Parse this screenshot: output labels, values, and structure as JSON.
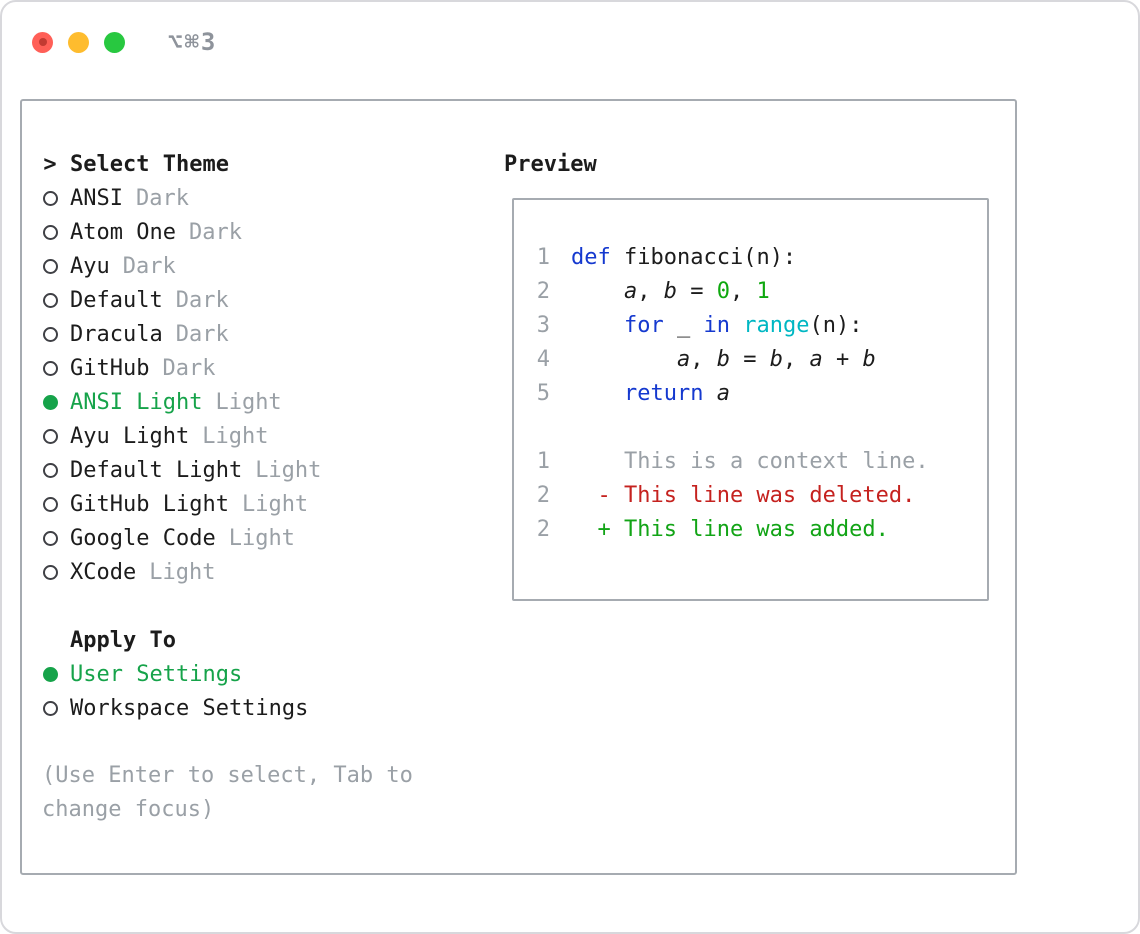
{
  "window": {
    "shortcut": "⌥⌘3"
  },
  "colors": {
    "keyword": "#1539cf",
    "number": "#0fa80f",
    "builtin": "#00b7c3",
    "deleted": "#c5221f",
    "added": "#12a416",
    "muted": "#9aa0a6",
    "selected": "#16a34a",
    "text": "#1c1c1c",
    "traffic_red": "#ff5f57",
    "traffic_yellow": "#febc2e",
    "traffic_green": "#28c840"
  },
  "theme_picker": {
    "prompt": ">",
    "title": "Select Theme",
    "items": [
      {
        "name": "ANSI",
        "tag": "Dark",
        "selected": false
      },
      {
        "name": "Atom One",
        "tag": "Dark",
        "selected": false
      },
      {
        "name": "Ayu",
        "tag": "Dark",
        "selected": false
      },
      {
        "name": "Default",
        "tag": "Dark",
        "selected": false
      },
      {
        "name": "Dracula",
        "tag": "Dark",
        "selected": false
      },
      {
        "name": "GitHub",
        "tag": "Dark",
        "selected": false
      },
      {
        "name": "ANSI Light",
        "tag": "Light",
        "selected": true
      },
      {
        "name": "Ayu Light",
        "tag": "Light",
        "selected": false
      },
      {
        "name": "Default Light",
        "tag": "Light",
        "selected": false
      },
      {
        "name": "GitHub Light",
        "tag": "Light",
        "selected": false
      },
      {
        "name": "Google Code",
        "tag": "Light",
        "selected": false
      },
      {
        "name": "XCode",
        "tag": "Light",
        "selected": false
      }
    ]
  },
  "apply_to": {
    "title": "Apply To",
    "items": [
      {
        "name": "User Settings",
        "selected": true
      },
      {
        "name": "Workspace Settings",
        "selected": false
      }
    ]
  },
  "hint": "(Use Enter to select, Tab to change focus)",
  "preview": {
    "title": "Preview",
    "lines": [
      {
        "num": "1",
        "tokens": [
          {
            "text": "def",
            "style": "keyword"
          },
          {
            "text": " fibonacci(n):",
            "style": "plain"
          }
        ]
      },
      {
        "num": "2",
        "tokens": [
          {
            "text": "    ",
            "style": "plain"
          },
          {
            "text": "a",
            "style": "variable"
          },
          {
            "text": ", ",
            "style": "plain"
          },
          {
            "text": "b",
            "style": "variable"
          },
          {
            "text": " = ",
            "style": "plain"
          },
          {
            "text": "0",
            "style": "number"
          },
          {
            "text": ", ",
            "style": "plain"
          },
          {
            "text": "1",
            "style": "number"
          }
        ]
      },
      {
        "num": "3",
        "tokens": [
          {
            "text": "    ",
            "style": "plain"
          },
          {
            "text": "for",
            "style": "keyword"
          },
          {
            "text": " _ ",
            "style": "plain"
          },
          {
            "text": "in",
            "style": "keyword"
          },
          {
            "text": " ",
            "style": "plain"
          },
          {
            "text": "range",
            "style": "builtin"
          },
          {
            "text": "(n):",
            "style": "plain"
          }
        ]
      },
      {
        "num": "4",
        "tokens": [
          {
            "text": "        ",
            "style": "plain"
          },
          {
            "text": "a",
            "style": "variable"
          },
          {
            "text": ", ",
            "style": "plain"
          },
          {
            "text": "b",
            "style": "variable"
          },
          {
            "text": " = ",
            "style": "plain"
          },
          {
            "text": "b",
            "style": "variable"
          },
          {
            "text": ", ",
            "style": "plain"
          },
          {
            "text": "a",
            "style": "variable"
          },
          {
            "text": " + ",
            "style": "plain"
          },
          {
            "text": "b",
            "style": "variable"
          }
        ]
      },
      {
        "num": "5",
        "tokens": [
          {
            "text": "    ",
            "style": "plain"
          },
          {
            "text": "return",
            "style": "keyword"
          },
          {
            "text": " ",
            "style": "plain"
          },
          {
            "text": "a",
            "style": "variable"
          }
        ]
      },
      {
        "num": "",
        "tokens": []
      },
      {
        "num": "1",
        "tokens": [
          {
            "text": "    This is a context line.",
            "style": "muted"
          }
        ]
      },
      {
        "num": "2",
        "tokens": [
          {
            "text": "  - This line was deleted.",
            "style": "deleted"
          }
        ]
      },
      {
        "num": "2",
        "tokens": [
          {
            "text": "  + This line was added.",
            "style": "added"
          }
        ]
      }
    ]
  }
}
